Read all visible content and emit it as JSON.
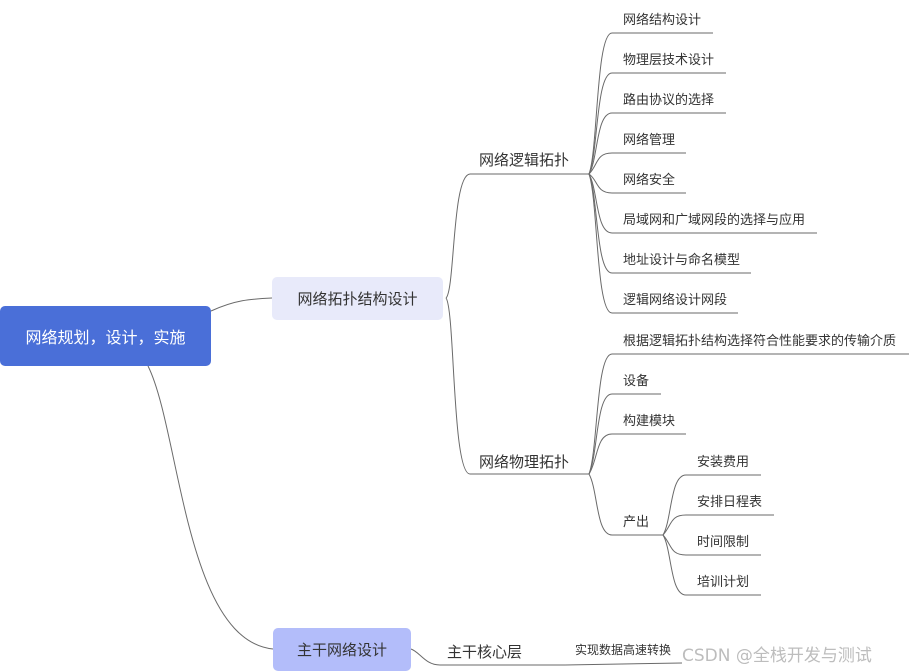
{
  "mindmap": {
    "root": "网络规划，设计，实施",
    "branches": [
      {
        "label": "网络拓扑结构设计",
        "children": [
          {
            "label": "网络逻辑拓扑",
            "children": [
              "网络结构设计",
              "物理层技术设计",
              "路由协议的选择",
              "网络管理",
              "网络安全",
              "局域网和广域网段的选择与应用",
              "地址设计与命名模型",
              "逻辑网络设计网段"
            ]
          },
          {
            "label": "网络物理拓扑",
            "children": [
              "根据逻辑拓扑结构选择符合性能要求的传输介质",
              "设备",
              "构建模块",
              "产出"
            ],
            "output_children": [
              "安装费用",
              "安排日程表",
              "时间限制",
              "培训计划"
            ]
          }
        ]
      },
      {
        "label": "主干网络设计",
        "children": [
          {
            "label": "主干核心层",
            "children": [
              "实现数据高速转换"
            ]
          }
        ]
      }
    ]
  },
  "watermark": "CSDN @全栈开发与测试",
  "colors": {
    "root": "#4a6fd8",
    "branch1": "#e8eafa",
    "branch2": "#b3bdfa",
    "line": "#666666"
  }
}
